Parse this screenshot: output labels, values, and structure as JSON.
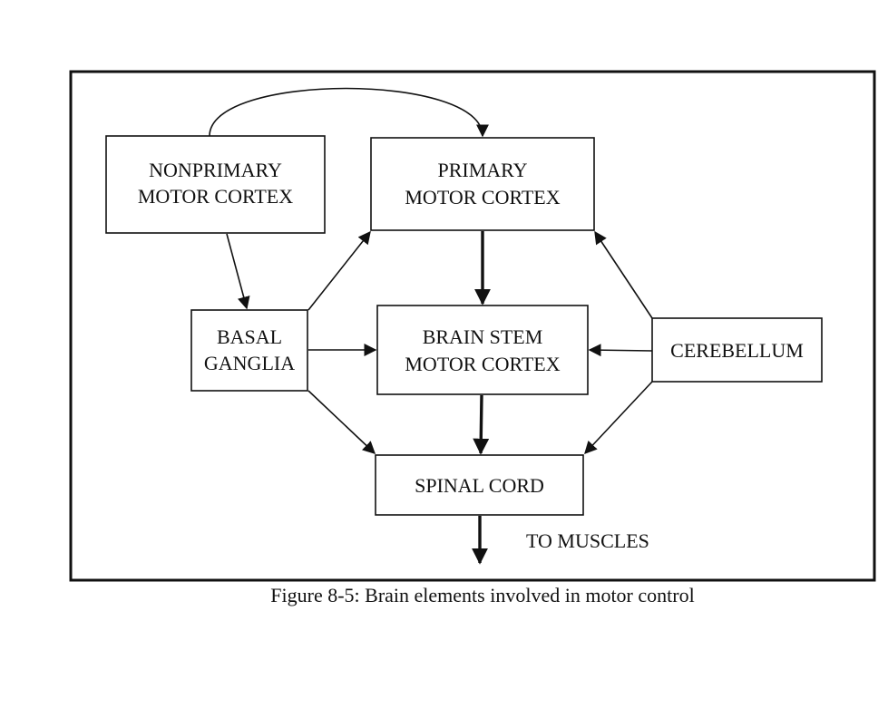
{
  "diagram": {
    "nodes": {
      "nonprimary": {
        "line1": "NONPRIMARY",
        "line2": "MOTOR CORTEX"
      },
      "primary": {
        "line1": "PRIMARY",
        "line2": "MOTOR CORTEX"
      },
      "basal": {
        "line1": "BASAL",
        "line2": "GANGLIA"
      },
      "brainstem": {
        "line1": "BRAIN STEM",
        "line2": "MOTOR CORTEX"
      },
      "cerebellum": {
        "line1": "CEREBELLUM"
      },
      "spinal": {
        "line1": "SPINAL CORD"
      }
    },
    "output_label": "TO MUSCLES",
    "edges": [
      {
        "from": "nonprimary",
        "to": "primary"
      },
      {
        "from": "nonprimary",
        "to": "basal"
      },
      {
        "from": "basal",
        "to": "primary"
      },
      {
        "from": "basal",
        "to": "brainstem"
      },
      {
        "from": "basal",
        "to": "spinal"
      },
      {
        "from": "primary",
        "to": "brainstem"
      },
      {
        "from": "brainstem",
        "to": "spinal"
      },
      {
        "from": "cerebellum",
        "to": "primary"
      },
      {
        "from": "cerebellum",
        "to": "brainstem"
      },
      {
        "from": "cerebellum",
        "to": "spinal"
      },
      {
        "from": "spinal",
        "to": "muscles"
      }
    ]
  },
  "caption": "Figure 8-5: Brain elements involved in motor control",
  "colors": {
    "stroke": "#111111",
    "background": "#ffffff"
  }
}
